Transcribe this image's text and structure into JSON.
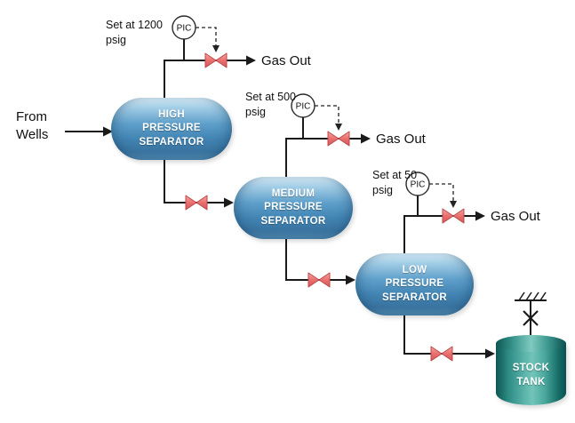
{
  "labels": {
    "from_wells": "From\nWells",
    "set_hp": "Set at 1200\npsig",
    "set_mp": "Set at 500\npsig",
    "set_lp": "Set at 50\npsig",
    "gas_out_hp": "Gas Out",
    "gas_out_mp": "Gas Out",
    "gas_out_lp": "Gas Out"
  },
  "equipment": {
    "hp_separator": "HIGH\nPRESSURE\nSEPARATOR",
    "mp_separator": "MEDIUM\nPRESSURE\nSEPARATOR",
    "lp_separator": "LOW\nPRESSURE\nSEPARATOR",
    "stock_tank": "STOCK\nTANK"
  },
  "instruments": {
    "pic_hp": "PIC",
    "pic_mp": "PIC",
    "pic_lp": "PIC"
  },
  "colors": {
    "separator_blue": "#4f93c0",
    "tank_teal": "#2e8c85",
    "valve_red": "#e96e6e",
    "process_line": "#1a1a1a",
    "signal_line": "#222222"
  }
}
